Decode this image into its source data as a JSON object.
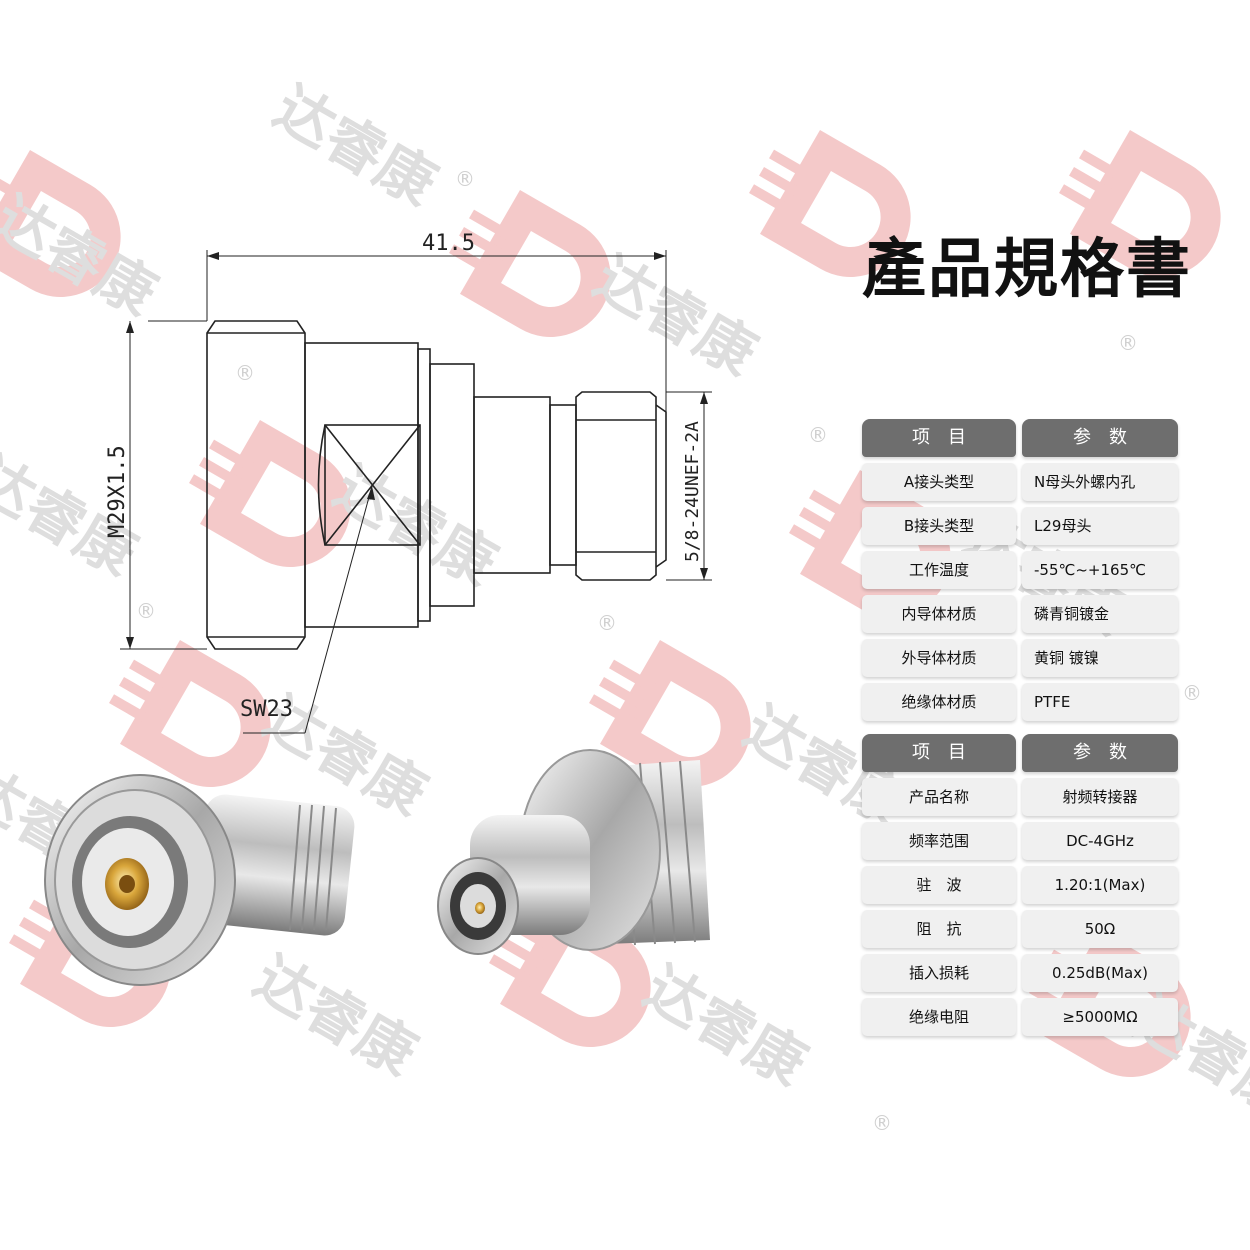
{
  "watermark": {
    "brand_text": "达睿康",
    "registered_mark": "®"
  },
  "drawing": {
    "dim_length": "41.5",
    "dim_thread_a": "M29X1.5",
    "dim_thread_b": "5/8-24UNEF-2A",
    "dim_wrench": "SW23"
  },
  "title": "產品規格書",
  "spec_table_1": {
    "header": {
      "left": "项目",
      "right": "参数"
    },
    "rows": [
      {
        "key": "A接头类型",
        "value": "N母头外螺内孔"
      },
      {
        "key": "B接头类型",
        "value": "L29母头"
      },
      {
        "key": "工作温度",
        "value": "-55℃~+165℃"
      },
      {
        "key": "内导体材质",
        "value": "磷青铜镀金"
      },
      {
        "key": "外导体材质",
        "value": "黄铜 镀镍"
      },
      {
        "key": "绝缘体材质",
        "value": "PTFE"
      }
    ]
  },
  "spec_table_2": {
    "header": {
      "left": "项目",
      "right": "参数"
    },
    "rows": [
      {
        "key": "产品名称",
        "value": "射频转接器"
      },
      {
        "key": "频率范围",
        "value": "DC-4GHz"
      },
      {
        "key": "驻　波",
        "value": "1.20:1(Max)"
      },
      {
        "key": "阻　抗",
        "value": "50Ω"
      },
      {
        "key": "插入损耗",
        "value": "0.25dB(Max)"
      },
      {
        "key": "绝缘电阻",
        "value": "≥5000MΩ"
      }
    ]
  },
  "colors": {
    "header_bg": "#6e6e6e",
    "cell_bg": "#f0f0f0",
    "watermark_red": "#f3c7c7",
    "watermark_gray": "#dcdcdc"
  }
}
